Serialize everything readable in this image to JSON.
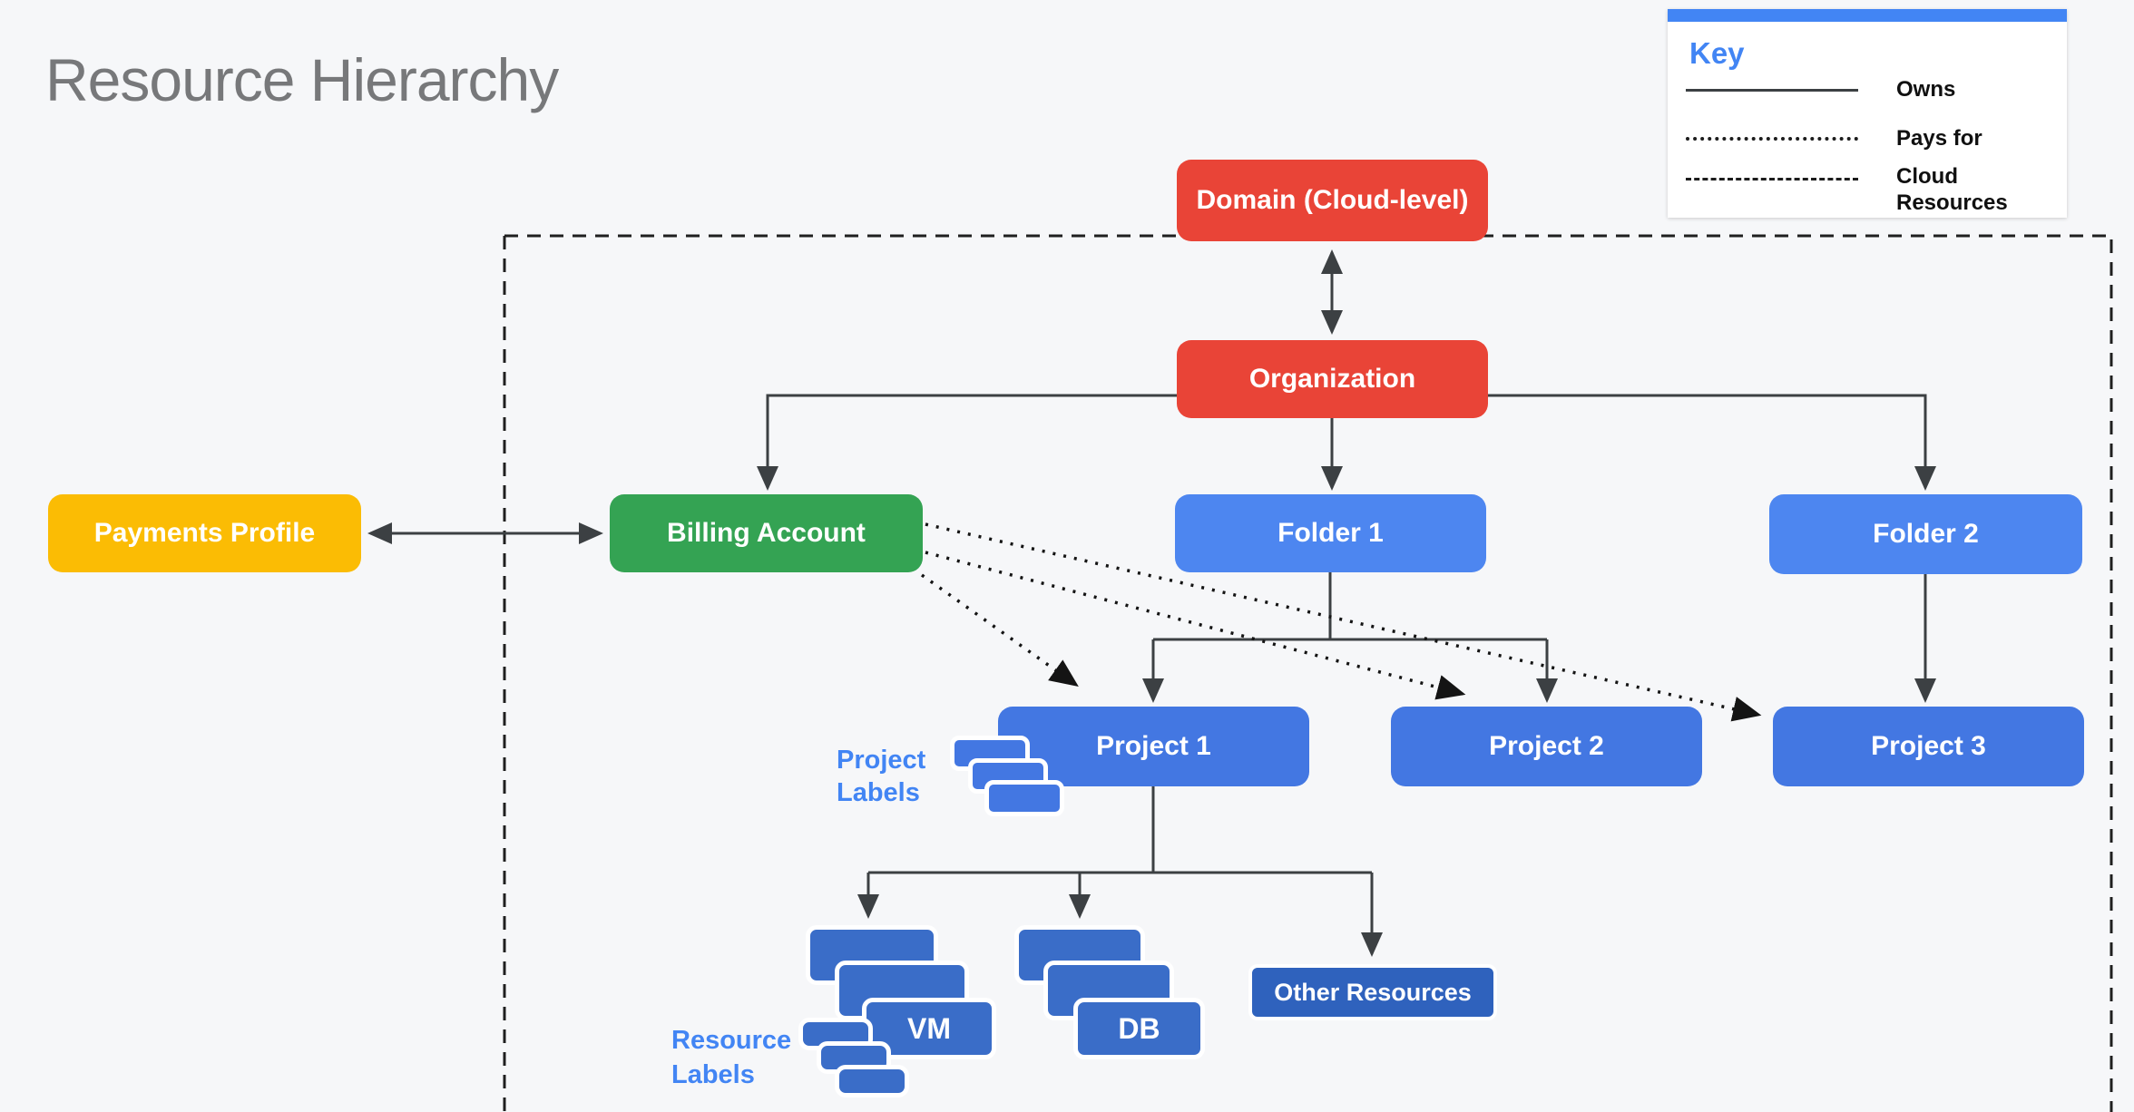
{
  "title": "Resource Hierarchy",
  "key": {
    "title": "Key",
    "items": [
      {
        "label": "Owns",
        "style": "solid"
      },
      {
        "label": "Pays for",
        "style": "dotted"
      },
      {
        "label": "Cloud Resources",
        "style": "dashed"
      }
    ]
  },
  "nodes": {
    "domain": {
      "label": "Domain (Cloud-level)",
      "color": "#e94437"
    },
    "organization": {
      "label": "Organization",
      "color": "#e94437"
    },
    "payments_profile": {
      "label": "Payments Profile",
      "color": "#fbbc04"
    },
    "billing_account": {
      "label": "Billing Account",
      "color": "#34a353"
    },
    "folder1": {
      "label": "Folder 1",
      "color": "#4d86f0"
    },
    "folder2": {
      "label": "Folder 2",
      "color": "#4d86f0"
    },
    "project1": {
      "label": "Project 1",
      "color": "#4377e2"
    },
    "project2": {
      "label": "Project 2",
      "color": "#4377e2"
    },
    "project3": {
      "label": "Project 3",
      "color": "#4377e2"
    },
    "vm": {
      "label": "VM",
      "color": "#3a6dc8"
    },
    "db": {
      "label": "DB",
      "color": "#3a6dc8"
    },
    "other_resources": {
      "label": "Other Resources",
      "color": "#2f62bd"
    }
  },
  "annotations": {
    "project_labels": "Project Labels",
    "resource_labels": "Resource Labels"
  },
  "colors": {
    "background": "#f6f7f9",
    "title_gray": "#77787a",
    "connector_gray": "#3c4043",
    "boundary_black": "#1f1f1f",
    "label_blue": "#4285f4"
  }
}
